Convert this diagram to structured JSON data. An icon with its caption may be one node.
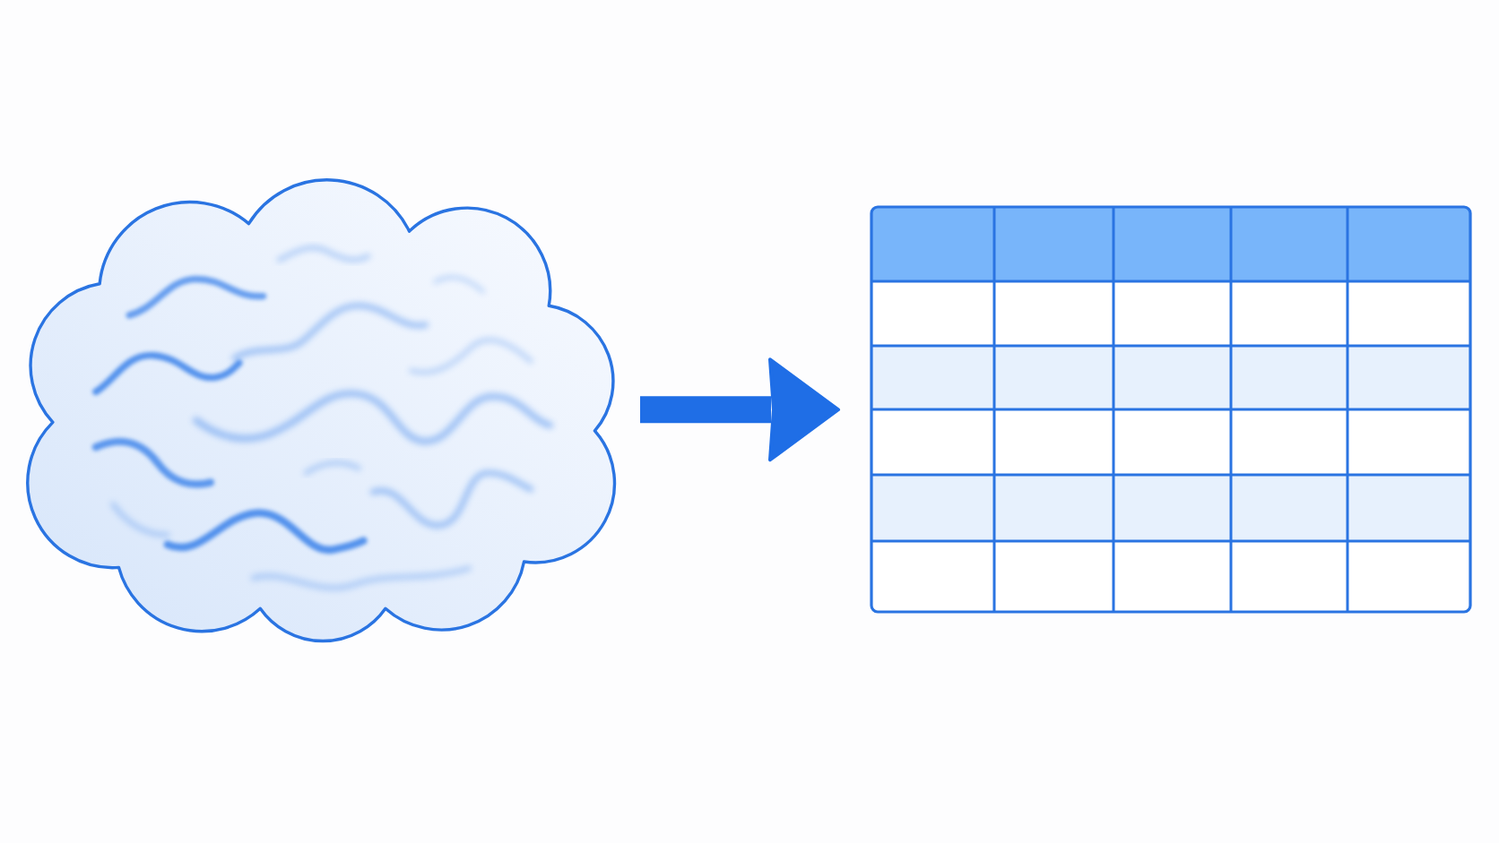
{
  "diagram": {
    "nodes": [
      {
        "text": [],
        "shape": "cloud"
      },
      {
        "text": [],
        "shape": "picture"
      }
    ],
    "edges": [
      {
        "from": 0,
        "to": 1,
        "arrow": "to"
      }
    ]
  }
}
